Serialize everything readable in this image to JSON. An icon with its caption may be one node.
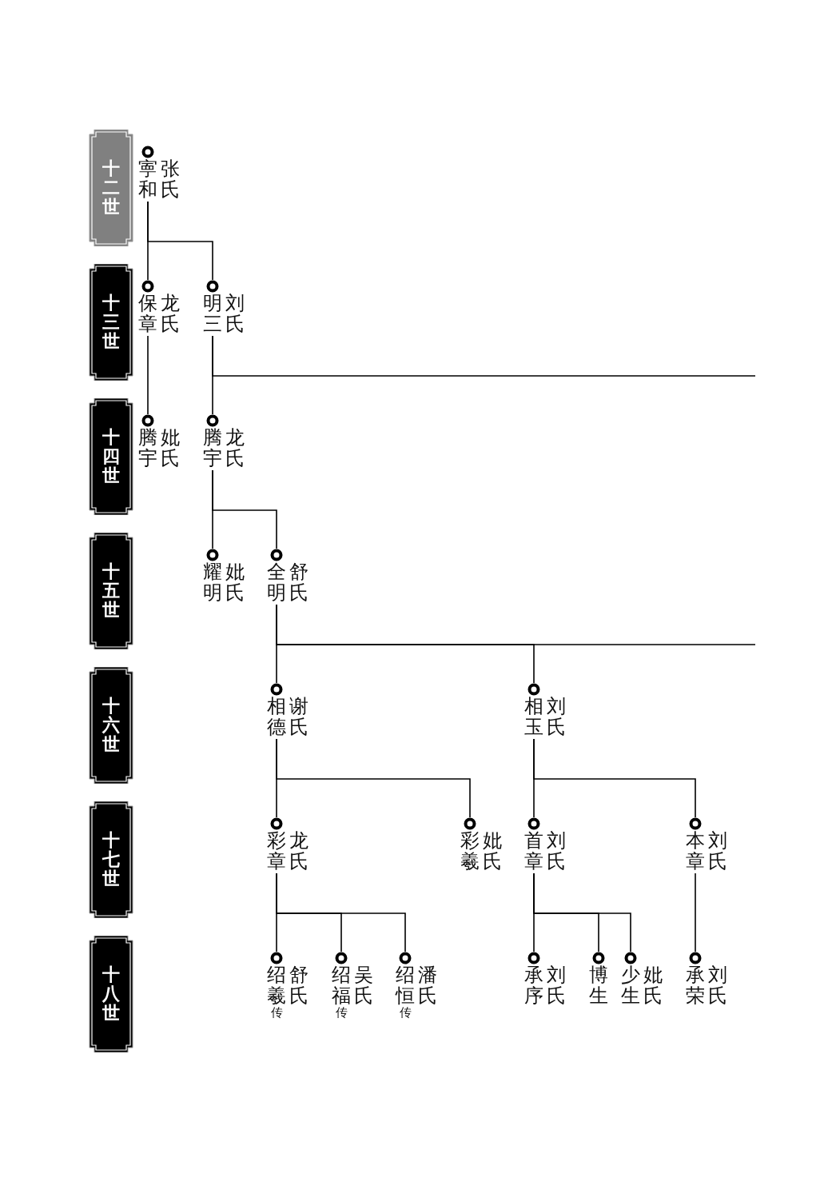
{
  "diagram": {
    "nodes": [
      {
        "text": [
          "十二世"
        ]
      },
      {
        "text": [
          "十三世"
        ]
      },
      {
        "text": [
          "十四世"
        ]
      },
      {
        "text": [
          "十五世"
        ]
      },
      {
        "text": [
          "十六世"
        ]
      },
      {
        "text": [
          "十七世"
        ]
      },
      {
        "text": [
          "十八世"
        ]
      },
      {
        "text": [
          "寕和",
          "张氏"
        ]
      },
      {
        "text": [
          "保章",
          "龙氏"
        ]
      },
      {
        "text": [
          "明三",
          "刘氏"
        ]
      },
      {
        "text": [
          "腾宇",
          "妣氏"
        ]
      },
      {
        "text": [
          "腾宇",
          "龙氏"
        ]
      },
      {
        "text": [
          "耀明",
          "妣氏"
        ]
      },
      {
        "text": [
          "全明",
          "舒氏"
        ]
      },
      {
        "text": [
          "相德",
          "谢氏"
        ]
      },
      {
        "text": [
          "相玉",
          "刘氏"
        ]
      },
      {
        "text": [
          "彩章",
          "龙氏"
        ]
      },
      {
        "text": [
          "彩羲",
          "妣氏"
        ]
      },
      {
        "text": [
          "首章",
          "刘氏"
        ]
      },
      {
        "text": [
          "本章",
          "刘氏"
        ]
      },
      {
        "text": [
          "绍羲",
          "舒氏"
        ],
        "beside": [
          "传"
        ]
      },
      {
        "text": [
          "绍福",
          "吴氏"
        ],
        "beside": [
          "传"
        ]
      },
      {
        "text": [
          "绍恒",
          "潘氏"
        ],
        "beside": [
          "传"
        ]
      },
      {
        "text": [
          "承序",
          "刘氏"
        ]
      },
      {
        "text": [
          "博生"
        ]
      },
      {
        "text": [
          "少生",
          "妣氏"
        ]
      },
      {
        "text": [
          "承荣",
          "刘氏"
        ]
      }
    ],
    "edges": [
      {
        "from": 7,
        "to": 8,
        "arrow": "none"
      },
      {
        "from": 7,
        "to": 9,
        "arrow": "none"
      },
      {
        "from": 8,
        "to": 10,
        "arrow": "none"
      },
      {
        "from": 9,
        "to": 11,
        "arrow": "none"
      },
      {
        "from": 9,
        "to": null,
        "arrow": "none"
      },
      {
        "from": 11,
        "to": 12,
        "arrow": "none"
      },
      {
        "from": 11,
        "to": 13,
        "arrow": "none"
      },
      {
        "from": 13,
        "to": 14,
        "arrow": "none"
      },
      {
        "from": 13,
        "to": 15,
        "arrow": "none"
      },
      {
        "from": 13,
        "to": null,
        "arrow": "none"
      },
      {
        "from": 14,
        "to": 16,
        "arrow": "none"
      },
      {
        "from": 14,
        "to": 17,
        "arrow": "none"
      },
      {
        "from": 15,
        "to": 18,
        "arrow": "none"
      },
      {
        "from": 15,
        "to": 19,
        "arrow": "none"
      },
      {
        "from": 16,
        "to": 20,
        "arrow": "none"
      },
      {
        "from": 16,
        "to": 21,
        "arrow": "none"
      },
      {
        "from": 16,
        "to": 22,
        "arrow": "none"
      },
      {
        "from": 18,
        "to": 23,
        "arrow": "none"
      },
      {
        "from": 18,
        "to": 24,
        "arrow": "none"
      },
      {
        "from": 18,
        "to": 25,
        "arrow": "none"
      },
      {
        "from": 19,
        "to": 26,
        "arrow": "none"
      }
    ]
  }
}
